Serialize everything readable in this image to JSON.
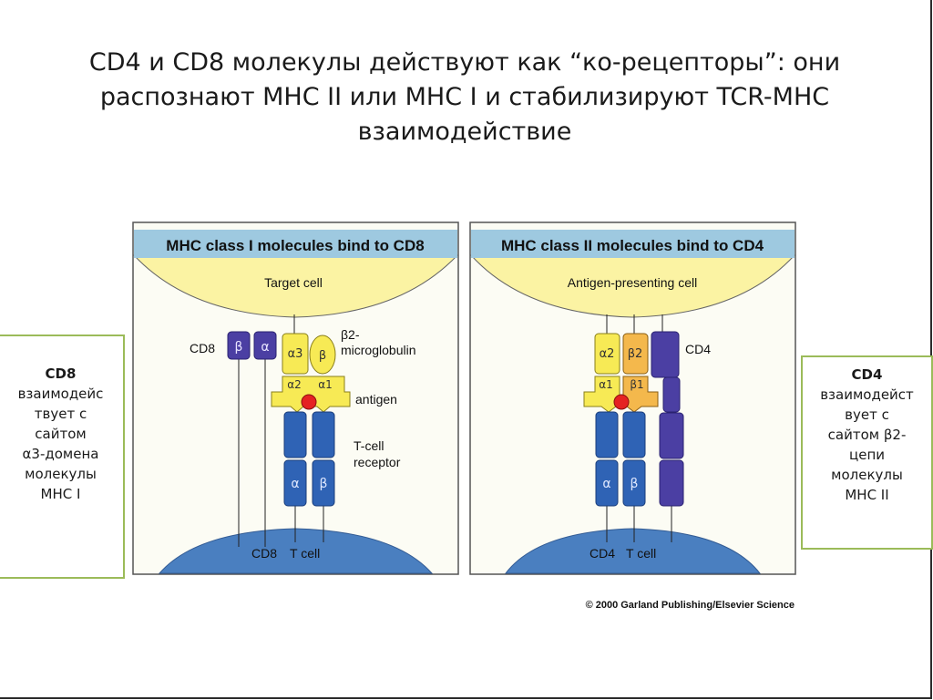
{
  "title": {
    "line1": "CD4 и CD8 молекулы действуют как “ко-рецепторы”: они",
    "line2": "распознают MHC II или MHC I и стабилизируют TCR-MHC",
    "line3": "взаимодействие"
  },
  "left_note": {
    "heading": "CD8",
    "lines": [
      "взаимодейс",
      "твует с",
      "сайтом",
      "α3-домена",
      "молекулы",
      "МНС I"
    ]
  },
  "right_note": {
    "heading": "CD4",
    "lines": [
      "взаимодейст",
      "вует с",
      "сайтом β2-",
      "цепи",
      "молекулы",
      "МНС II"
    ]
  },
  "panel1": {
    "header": "MHC class I molecules bind to CD8",
    "cell_label": "Target cell",
    "cd8_label": "CD8",
    "cd8_beta": "β",
    "cd8_alpha": "α",
    "alpha3": "α3",
    "beta2m": "β",
    "b2m_label_1": "β2-",
    "b2m_label_2": "microglobulin",
    "alpha2": "α2",
    "alpha1": "α1",
    "antigen_label": "antigen",
    "tcr_label_1": "T-cell",
    "tcr_label_2": "receptor",
    "tcr_alpha": "α",
    "tcr_beta": "β",
    "bottom_label_1": "CD8",
    "bottom_label_2": "T cell"
  },
  "panel2": {
    "header": "MHC class II molecules bind to CD4",
    "cell_label": "Antigen-presenting cell",
    "alpha2": "α2",
    "beta2": "β2",
    "alpha1": "α1",
    "beta1": "β1",
    "cd4_label": "CD4",
    "tcr_alpha": "α",
    "tcr_beta": "β",
    "bottom_label_1": "CD4",
    "bottom_label_2": "T cell"
  },
  "copyright": "© 2000 Garland Publishing/Elsevier Science",
  "colors": {
    "note_border": "#9bbb59",
    "panel_header": "#9ec9e0",
    "cell_top": "#fbf3a3",
    "cell_bottom": "#4a7fc0",
    "cd8_cd4": "#4b3fa3",
    "mhc_yellow": "#f7ea55",
    "mhc_orange": "#f4b84c",
    "tcr": "#2f63b5",
    "antigen": "#e52222"
  }
}
